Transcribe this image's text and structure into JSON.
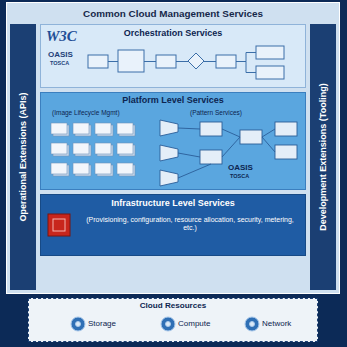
{
  "diagram": {
    "nodes": [
      {
        "text": [
          "Common Cloud Management Services"
        ]
      },
      {
        "text": [
          "Operational Extensions (APIs)"
        ],
        "in": 0
      },
      {
        "text": [
          "Orchestration Services"
        ],
        "in": 0
      },
      {
        "text": [
          "Platform Level Services"
        ],
        "in": 0
      },
      {
        "text": [
          "Infrastructure Level Services",
          "(Provisioning, configuration, resource allocation, security, metering, etc.)"
        ],
        "in": 0
      },
      {
        "text": [
          "Development Extensions (Tooling)"
        ],
        "in": 0
      },
      {
        "text": [
          "Cloud Resources"
        ]
      }
    ],
    "labels": [
      "W3C",
      "OASIS",
      "TOSCA",
      "(Image Lifecycle Mgmt)",
      "(Pattern Services)",
      "OASIS",
      "TOSCA",
      "Storage",
      "Compute",
      "Network"
    ]
  }
}
